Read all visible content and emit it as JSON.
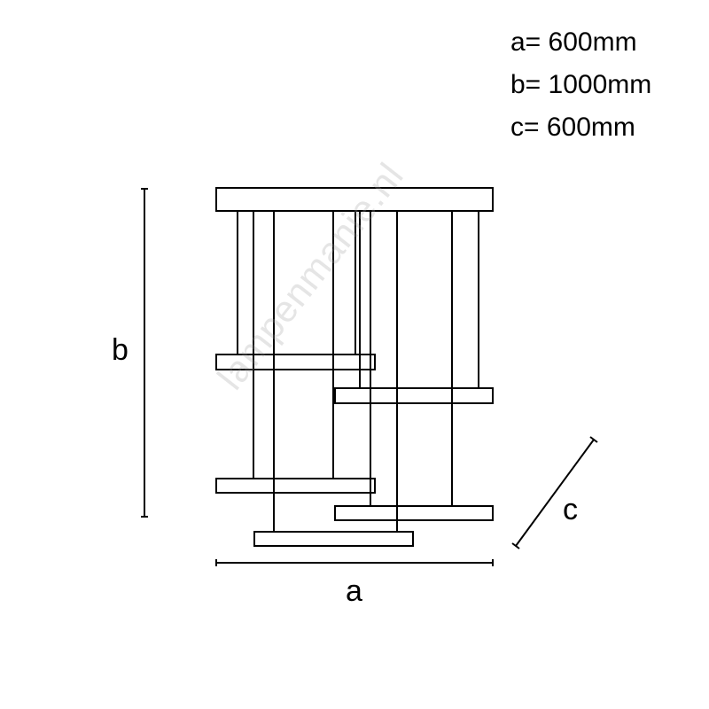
{
  "dimensions": [
    {
      "key": "a",
      "text": "a= 600mm"
    },
    {
      "key": "b",
      "text": "b= 1000mm"
    },
    {
      "key": "c",
      "text": "c= 600mm"
    }
  ],
  "labels": {
    "a": "a",
    "b": "b",
    "c": "c"
  },
  "watermark": "lampenmanie.nl"
}
